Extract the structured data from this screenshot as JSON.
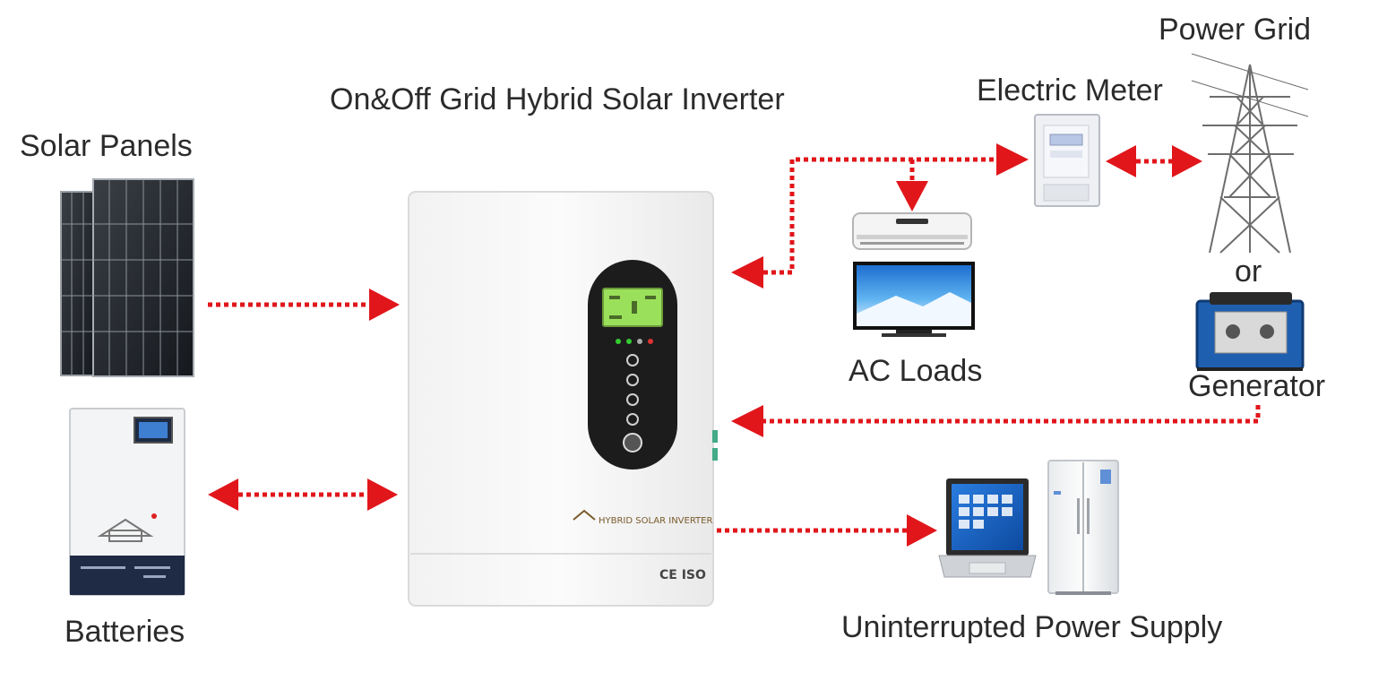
{
  "labels": {
    "inverter_title": "On&Off Grid Hybrid Solar Inverter",
    "solar_panels": "Solar Panels",
    "batteries": "Batteries",
    "electric_meter": "Electric Meter",
    "power_grid": "Power Grid",
    "or": "or",
    "generator": "Generator",
    "ac_loads": "AC Loads",
    "ups": "Uninterrupted Power Supply"
  },
  "inverter": {
    "brand_text": "HYBRID SOLAR INVERTER",
    "cert_text": "CE ISO"
  },
  "colors": {
    "arrow": "#e1161b",
    "label_text": "#2b2b2b",
    "inverter_body": "#f7f7f7",
    "display_green": "#9be05a"
  },
  "icons": [
    "solar-panel-icon",
    "battery-icon",
    "inverter-icon",
    "electric-meter-icon",
    "power-tower-icon",
    "generator-icon",
    "air-conditioner-icon",
    "television-icon",
    "laptop-icon",
    "refrigerator-icon"
  ]
}
